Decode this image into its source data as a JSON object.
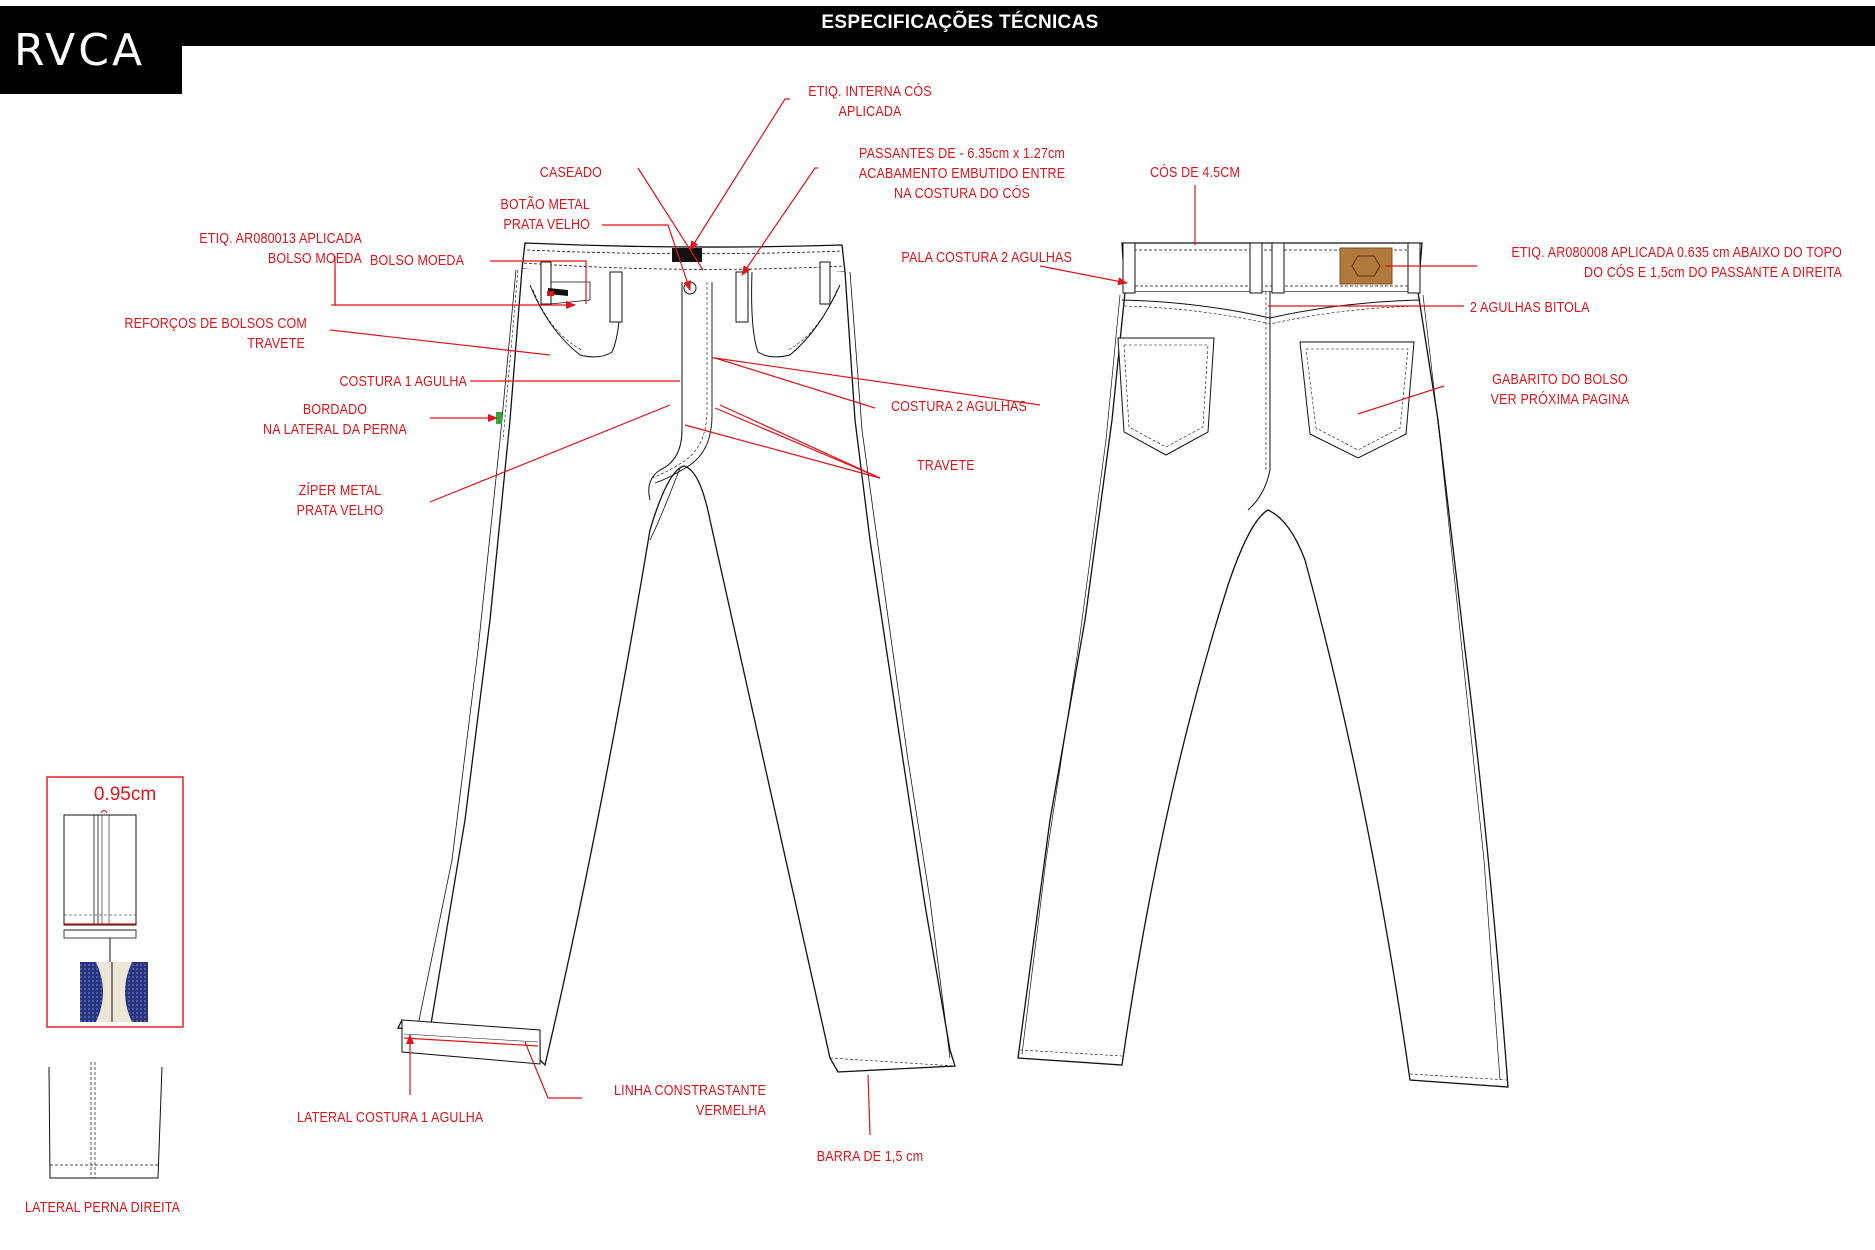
{
  "header": {
    "title": "ESPECIFICAÇÕES TÉCNICAS",
    "logo": "RVCA"
  },
  "callouts": {
    "etiq_interna": [
      "ETIQ. INTERNA CÓS",
      "APLICADA"
    ],
    "caseado": "CASEADO",
    "passantes": [
      "PASSANTES DE  - 6.35cm x 1.27cm",
      "ACABAMENTO EMBUTIDO ENTRE",
      "NA COSTURA DO CÓS"
    ],
    "botao": [
      "BOTÃO METAL",
      "PRATA VELHO"
    ],
    "etiq_bolso_moeda": [
      "ETIQ. AR080013 APLICADA",
      "BOLSO MOEDA"
    ],
    "bolso_moeda": "BOLSO MOEDA",
    "reforcos": [
      "REFORÇOS DE BOLSOS COM",
      "TRAVETE"
    ],
    "costura_1_agulha": "COSTURA 1 AGULHA",
    "bordado": [
      "BORDADO",
      "NA LATERAL DA PERNA"
    ],
    "costura_2_agulhas": "COSTURA 2 AGULHAS",
    "travete": "TRAVETE",
    "ziper": [
      "ZÍPER METAL",
      "PRATA VELHO"
    ],
    "lateral_costura": "LATERAL COSTURA 1 AGULHA",
    "linha_contrastante": [
      "LINHA CONSTRASTANTE",
      "VERMELHA"
    ],
    "barra": "BARRA DE 1,5 cm",
    "cos": "CÓS DE 4.5CM",
    "pala": "PALA COSTURA 2 AGULHAS",
    "etiq_ar080008": [
      "ETIQ. AR080008 APLICADA 0.635 cm ABAIXO DO TOPO",
      "DO CÓS E 1,5cm DO PASSANTE A DIREITA"
    ],
    "agulhas_bitola": "2 AGULHAS BITOLA",
    "gabarito": [
      "GABARITO DO BOLSO",
      "VER PRÓXIMA PAGINA"
    ],
    "lateral_perna": "LATERAL PERNA DIREITA",
    "selvedge_width": "0.95cm"
  },
  "colors": {
    "callout_red": "#e0131b",
    "header_black": "#000000",
    "patch_brown": "#b07a3c",
    "selvedge_blue": "#27337a"
  }
}
